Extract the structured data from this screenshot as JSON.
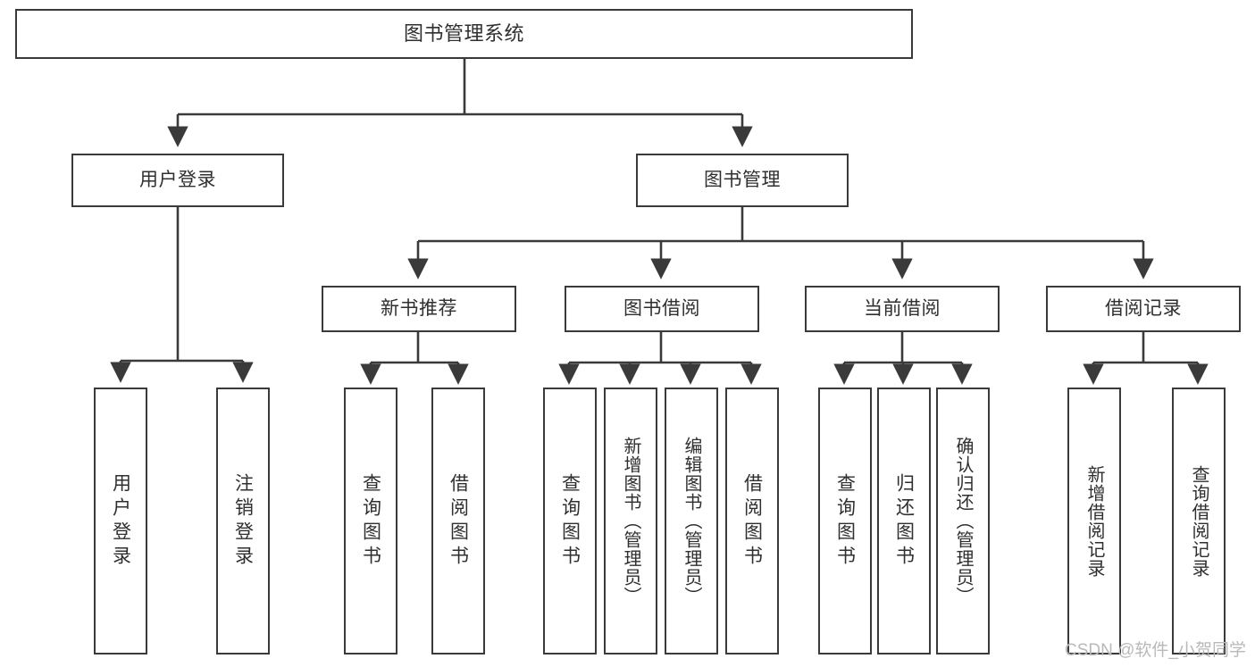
{
  "diagram": {
    "title": "图书管理系统",
    "type": "function-hierarchy-tree",
    "background_color": "#ffffff",
    "node_border_color": "#3a3a3a",
    "node_fill_color": "#ffffff",
    "text_color": "#2f2f2f",
    "edge_color": "#3a3a3a"
  },
  "nodes": {
    "root": {
      "label": "图书管理系统"
    },
    "level2": [
      {
        "id": "user-login",
        "label": "用户登录"
      },
      {
        "id": "book-manage",
        "label": "图书管理"
      }
    ],
    "level3": [
      {
        "id": "new-book-recommend",
        "label": "新书推荐"
      },
      {
        "id": "book-borrow",
        "label": "图书借阅"
      },
      {
        "id": "current-borrow",
        "label": "当前借阅"
      },
      {
        "id": "borrow-record",
        "label": "借阅记录"
      }
    ],
    "leaves": {
      "user-login": [
        {
          "id": "leaf-user-login",
          "label": "用户登录"
        },
        {
          "id": "leaf-user-logout",
          "label": "注销登录"
        }
      ],
      "new-book-recommend": [
        {
          "id": "leaf-query-book-1",
          "label": "查询图书"
        },
        {
          "id": "leaf-borrow-book-1",
          "label": "借阅图书"
        }
      ],
      "book-borrow": [
        {
          "id": "leaf-query-book-2",
          "label": "查询图书"
        },
        {
          "id": "leaf-add-book",
          "label": "新增图书（管理员）"
        },
        {
          "id": "leaf-edit-book",
          "label": "编辑图书（管理员）"
        },
        {
          "id": "leaf-borrow-book-2",
          "label": "借阅图书"
        }
      ],
      "current-borrow": [
        {
          "id": "leaf-query-book-3",
          "label": "查询图书"
        },
        {
          "id": "leaf-return-book",
          "label": "归还图书"
        },
        {
          "id": "leaf-confirm-return",
          "label": "确认归还（管理员）"
        }
      ],
      "borrow-record": [
        {
          "id": "leaf-add-record",
          "label": "新增借阅记录"
        },
        {
          "id": "leaf-query-record",
          "label": "查询借阅记录"
        }
      ]
    }
  },
  "watermark": {
    "text": "CSDN @软件_小贺同学"
  }
}
